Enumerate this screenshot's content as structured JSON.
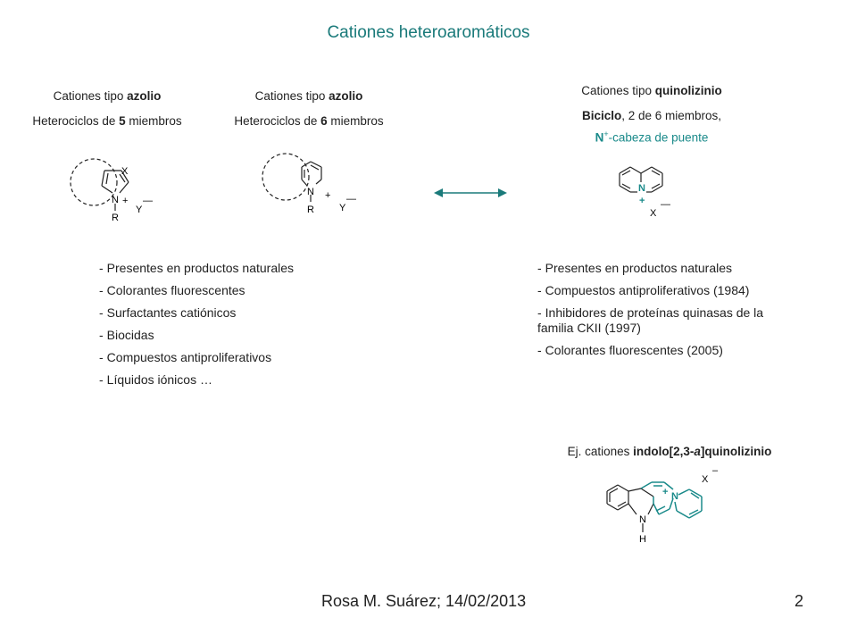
{
  "slide": {
    "title": "Cationes heteroaromáticos",
    "col1": {
      "line1_prefix": "Cationes tipo ",
      "line1_bold": "azolio",
      "line2_prefix": "Heterociclos de ",
      "line2_bold": "5",
      "line2_suffix": " miembros"
    },
    "col2": {
      "line1_prefix": "Cationes tipo ",
      "line1_bold": "azolio",
      "line2_prefix": "Heterociclos de ",
      "line2_bold": "6",
      "line2_suffix": " miembros"
    },
    "col3": {
      "line1_prefix": "Cationes tipo ",
      "line1_bold": "quinolizinio",
      "line2_bold": "Biciclo",
      "line2_suffix": ", 2 de 6 miembros,",
      "line3_bold": "N",
      "line3_sup": "+",
      "line3_suffix": "-cabeza de puente"
    },
    "left_list": [
      "Presentes en productos naturales",
      "Colorantes fluorescentes",
      "Surfactantes catiónicos",
      "Biocidas",
      "Compuestos antiproliferativos",
      "Líquidos iónicos …"
    ],
    "right_list": [
      "Presentes en productos naturales",
      "Compuestos antiproliferativos (1984)",
      "Inhibidores de proteínas quinasas de la familia CKII (1997)",
      "Colorantes fluorescentes (2005)"
    ],
    "example": {
      "prefix": "Ej. cationes ",
      "bold1": "indolo[2,3-",
      "bold_italic": "a",
      "bold2": "]quinolizinio"
    },
    "footer": {
      "author": "Rosa M. Suárez; 14/02/2013",
      "page_number": "2"
    },
    "structures": {
      "azolium5": {
        "x": "X",
        "n": "N",
        "plus": "+",
        "r": "R",
        "y": "Y",
        "minus": "—"
      },
      "azolium6": {
        "n": "N",
        "plus": "+",
        "r": "R",
        "y": "Y",
        "minus": "—"
      },
      "quinolizinium": {
        "n": "N",
        "plus": "+",
        "x": "X",
        "minus": "—"
      },
      "indoloquinolizinium": {
        "n_plus": "N",
        "plus": "+",
        "x": "X",
        "minus": "–",
        "nh_n": "N",
        "nh_h": "H"
      }
    },
    "colors": {
      "teal": "#1a8a8a",
      "text": "#222222"
    }
  }
}
